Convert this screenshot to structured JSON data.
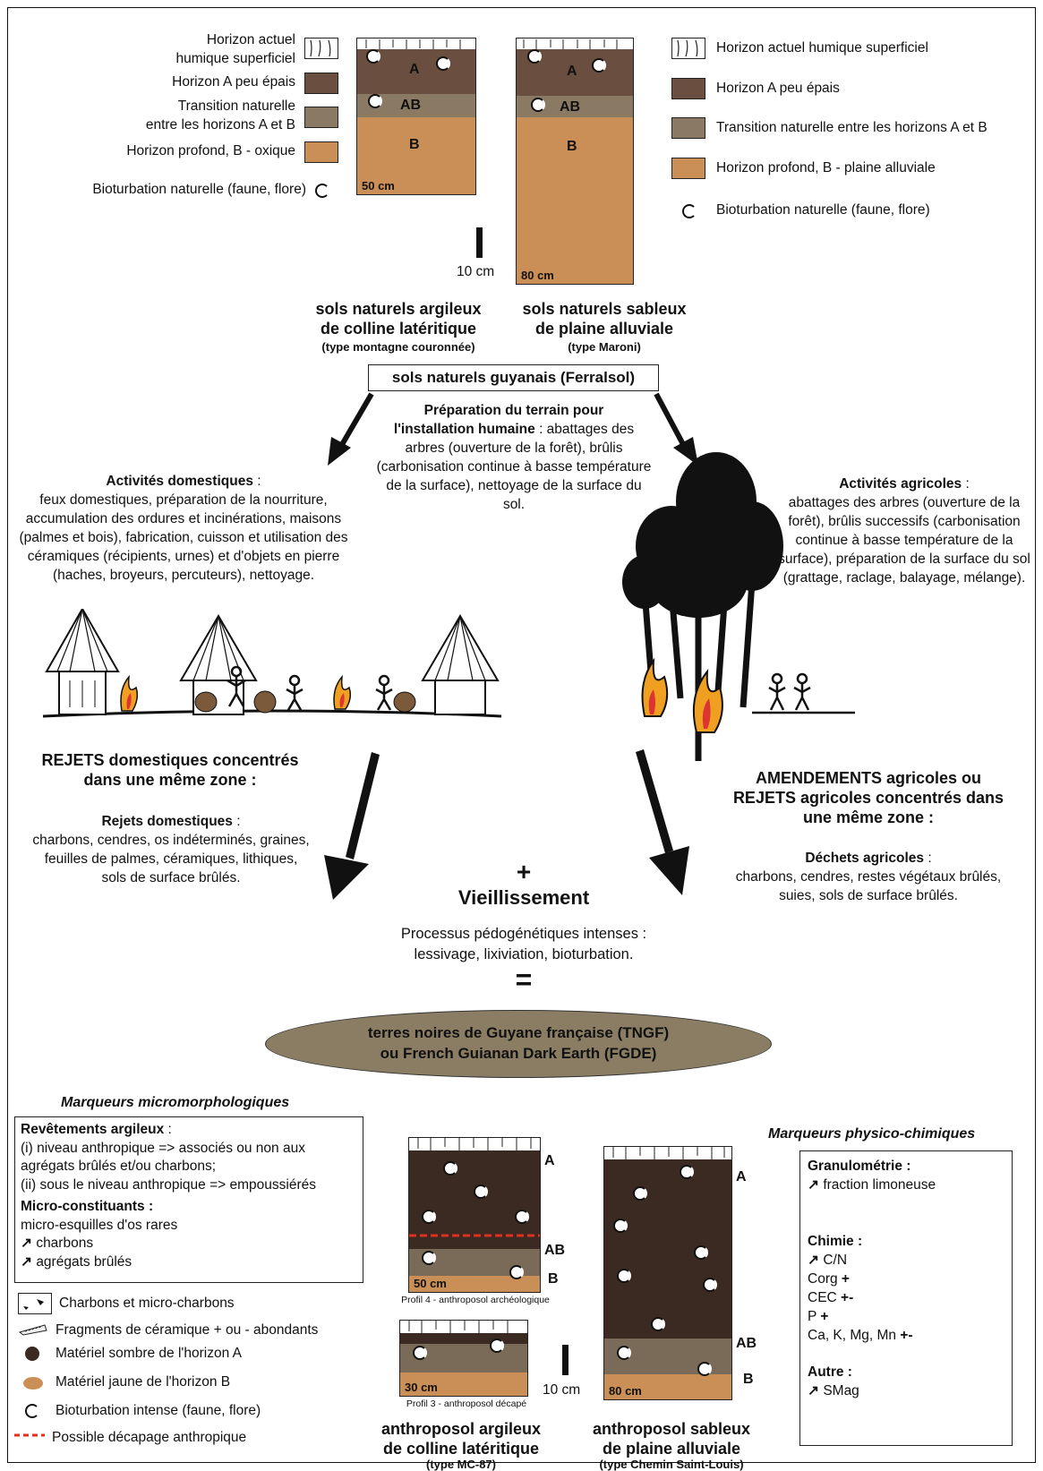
{
  "top_legend_left": {
    "h": "Horizon actuel\nhumique superficiel",
    "a": "Horizon A peu épais",
    "ab": "Transition naturelle\nentre les horizons A et B",
    "b": "Horizon profond, B - oxique",
    "bio": "Bioturbation naturelle (faune, flore)"
  },
  "top_legend_right": {
    "h": "Horizon actuel humique superficiel",
    "a": "Horizon A peu épais",
    "ab": "Transition naturelle entre les horizons A et B",
    "b": "Horizon profond, B - plaine alluviale",
    "bio": "Bioturbation naturelle (faune, flore)"
  },
  "profiles_top": {
    "left_depth": "50 cm",
    "right_depth": "80 cm",
    "scale": "10 cm",
    "labels": {
      "a": "A",
      "ab": "AB",
      "b": "B"
    }
  },
  "natural_soils": {
    "left_title": "sols naturels argileux\nde colline latéritique",
    "left_sub": "(type montagne couronnée)",
    "right_title": "sols naturels sableux\nde plaine alluviale",
    "right_sub": "(type Maroni)",
    "center_box": "sols naturels guyanais (Ferralsol)"
  },
  "preparation": {
    "bold": "Préparation du terrain pour\nl'installation humaine",
    "text": " : abattages des arbres (ouverture de la forêt), brûlis (carbonisation continue à basse température de la surface), nettoyage de la surface du sol."
  },
  "domestic": {
    "bold": "Activités domestiques",
    "text": "feux domestiques, préparation de la nourriture, accumulation des ordures et incinérations, maisons (palmes et bois), fabrication, cuisson et utilisation des céramiques (récipients, urnes) et d'objets en pierre (haches, broyeurs, percuteurs), nettoyage."
  },
  "agricultural": {
    "bold": "Activités agricoles",
    "text": "abattages des arbres (ouverture de la forêt), brûlis successifs (carbonisation continue à basse température de la surface), préparation de la surface du sol (grattage, raclage, balayage, mélange)."
  },
  "rejects_dom": {
    "title": "REJETS domestiques concentrés\ndans une même zone :",
    "bold": "Rejets domestiques",
    "text": "charbons, cendres, os indéterminés, graines, feuilles de palmes, céramiques, lithiques, sols de surface brûlés."
  },
  "rejects_agr": {
    "title": "AMENDEMENTS agricoles ou\nREJETS agricoles concentrés dans\nune même zone :",
    "bold": "Déchets agricoles",
    "text": "charbons, cendres, restes végétaux brûlés, suies, sols de surface brûlés."
  },
  "center": {
    "plus": "+",
    "aging": "Vieillissement",
    "process": "Processus pédogénétiques intenses :\nlessivage, lixiviation, bioturbation.",
    "equals": "=",
    "result": "terres noires de Guyane française (TNGF)\nou French Guianan Dark Earth (FGDE)"
  },
  "micro": {
    "header": "Marqueurs micromorphologiques",
    "rev_title": "Revêtements argileux",
    "rev_lines": [
      "(i) niveau anthropique => associés ou non aux",
      "agrégats brûlés et/ou charbons;",
      "(ii) sous le niveau anthropique => empoussiérés"
    ],
    "mc_title": "Micro-constituants :",
    "mc_lines": [
      "micro-esquilles d'os rares",
      "charbons",
      "agrégats brûlés"
    ],
    "legend": [
      "Charbons et micro-charbons",
      "Fragments de céramique + ou - abondants",
      "Matériel sombre de l'horizon A",
      "Matériel jaune de l'horizon B",
      "Bioturbation intense (faune, flore)",
      "Possible décapage anthropique"
    ]
  },
  "profiles_bottom": {
    "p4_depth": "50 cm",
    "p4_caption": "Profil 4 - anthroposol archéologique",
    "p3_depth": "30 cm",
    "p3_caption": "Profil 3 - anthroposol décapé",
    "right_depth": "80 cm",
    "scale": "10 cm",
    "labels": {
      "a": "A",
      "ab": "AB",
      "b": "B"
    },
    "left_title": "anthroposol argileux\nde colline latéritique",
    "left_sub": "(type MC-87)",
    "right_title": "anthroposol sableux\nde plaine alluviale",
    "right_sub": "(type Chemin Saint-Louis)"
  },
  "physchem": {
    "header": "Marqueurs physico-chimiques",
    "gran_title": "Granulométrie :",
    "gran": "fraction limoneuse",
    "chem_title": "Chimie :",
    "cn": "C/N",
    "corg": "Corg",
    "corg_sign": "+",
    "cec": "CEC",
    "cec_sign": "+-",
    "p": "P",
    "p_sign": "+",
    "ca": "Ca, K, Mg, Mn",
    "ca_sign": "+-",
    "other_title": "Autre :",
    "smag": "SMag"
  },
  "colors": {
    "horizon_a": "#6a4f41",
    "horizon_ab": "#8a7a63",
    "horizon_b": "#c98f56",
    "dark_earth": "#3a2a22",
    "ellipse": "#8a7d63",
    "decapage": "#e03020"
  }
}
